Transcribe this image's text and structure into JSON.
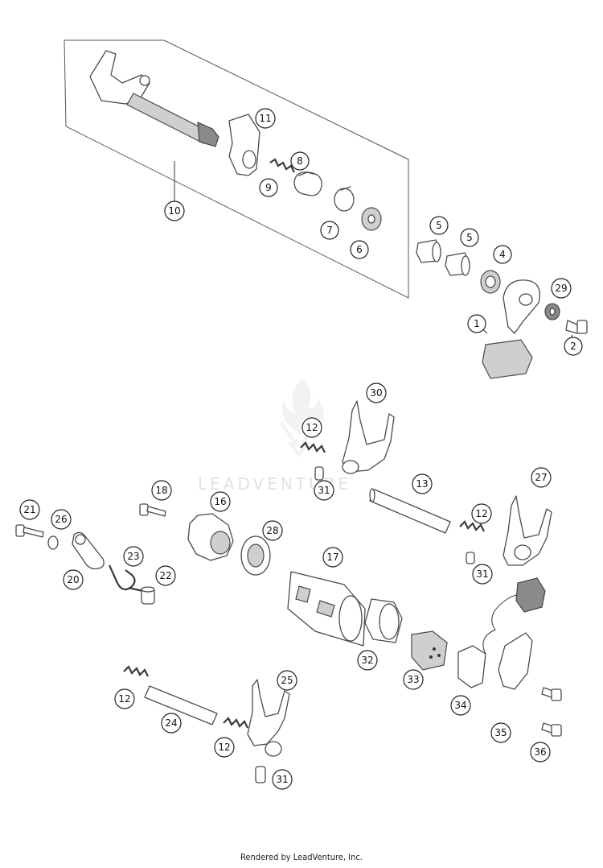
{
  "watermark": "LEADVENTURE",
  "footer": "Rendered by LeadVenture, Inc.",
  "callouts": {
    "c1": "1",
    "c2": "2",
    "c4": "4",
    "c5a": "5",
    "c5b": "5",
    "c6": "6",
    "c7": "7",
    "c8": "8",
    "c9": "9",
    "c10": "10",
    "c11": "11",
    "c12a": "12",
    "c12b": "12",
    "c12c": "12",
    "c12d": "12",
    "c13": "13",
    "c16": "16",
    "c17": "17",
    "c18": "18",
    "c20": "20",
    "c21": "21",
    "c22": "22",
    "c23": "23",
    "c24": "24",
    "c25": "25",
    "c26": "26",
    "c27": "27",
    "c28": "28",
    "c29": "29",
    "c30": "30",
    "c31a": "31",
    "c31b": "31",
    "c31c": "31",
    "c32": "32",
    "c33": "33",
    "c34": "34",
    "c35": "35",
    "c36": "36"
  }
}
